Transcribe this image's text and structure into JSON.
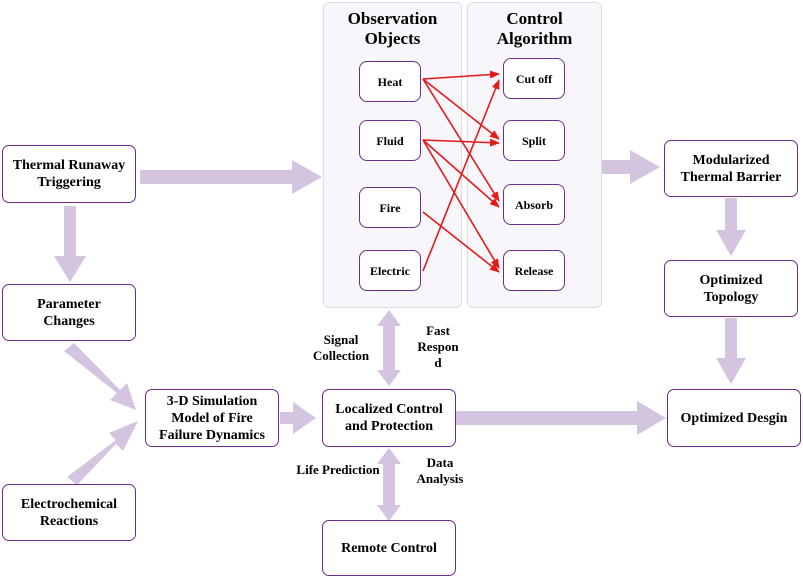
{
  "colors": {
    "box_border": "#6c2b86",
    "flow_arrow": "#d3c4e0",
    "control_arrow": "#e31a1a",
    "panel_bg": "#f7f6fa"
  },
  "panels": {
    "observation_title": "Observation\nObjects",
    "control_title": "Control\nAlgorithm"
  },
  "observation_items": [
    "Heat",
    "Fluid",
    "Fire",
    "Electric"
  ],
  "control_items": [
    "Cut off",
    "Split",
    "Absorb",
    "Release"
  ],
  "boxes": {
    "thermal_runaway": "Thermal Runaway\nTriggering",
    "parameter_changes": "Parameter\nChanges",
    "electrochemical": "Electrochemical\nReactions",
    "simulation_model": "3-D Simulation\nModel of Fire\nFailure Dynamics",
    "localized_control": "Localized Control\nand Protection",
    "remote_control": "Remote Control",
    "modularized_barrier": "Modularized\nThermal Barrier",
    "optimized_topology": "Optimized\nTopology",
    "optimized_design": "Optimized Desgin"
  },
  "labels": {
    "signal_collection": "Signal\nCollection",
    "fast_respond": "Fast\nRespon\nd",
    "life_prediction": "Life Prediction",
    "data_analysis": "Data\nAnalysis"
  }
}
